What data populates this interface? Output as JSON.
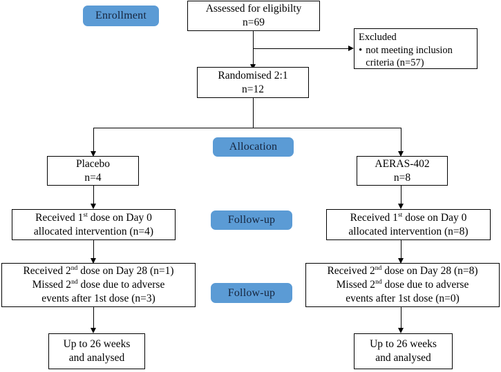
{
  "diagram": {
    "title": "CONSORT participant flow diagram",
    "accent_color": "#5B9BD5",
    "box_border_color": "#000000",
    "background_color": "#FFFFFF"
  },
  "stage_labels": {
    "enrollment": "Enrollment",
    "allocation": "Allocation",
    "followup_1": "Follow-up",
    "followup_2": "Follow-up"
  },
  "nodes": {
    "assessed": {
      "line1": "Assessed for eligibilty",
      "line2": "n=69"
    },
    "excluded": {
      "title": "Excluded",
      "bullet_glyph": "•",
      "bullet_line1": "not meeting inclusion",
      "bullet_line2": "criteria (n=57)"
    },
    "randomised": {
      "line1": "Randomised 2:1",
      "line2": "n=12"
    },
    "placebo": {
      "line1": "Placebo",
      "line2": "n=4"
    },
    "aeras": {
      "line1": "AERAS-402",
      "line2": "n=8"
    },
    "placebo_dose1": {
      "line1_a": "Received 1",
      "line1_sup": "st",
      "line1_b": " dose on Day 0",
      "line2": "allocated intervention (n=4)"
    },
    "aeras_dose1": {
      "line1_a": "Received 1",
      "line1_sup": "st",
      "line1_b": " dose on Day 0",
      "line2": "allocated intervention (n=8)"
    },
    "placebo_dose2": {
      "line1_a": "Received 2",
      "line1_sup": "nd",
      "line1_b": " dose on Day 28 (n=1)",
      "line2_a": "Missed 2",
      "line2_sup": "nd",
      "line2_b": " dose due to adverse",
      "line3": "events after 1st dose (n=3)"
    },
    "aeras_dose2": {
      "line1_a": "Received 2",
      "line1_sup": "nd",
      "line1_b": " dose on Day 28 (n=8)",
      "line2_a": "Missed 2",
      "line2_sup": "nd",
      "line2_b": " dose due to adverse",
      "line3": "events after 1st dose (n=0)"
    },
    "placebo_analysis": {
      "line1": "Up to 26 weeks",
      "line2": "and analysed"
    },
    "aeras_analysis": {
      "line1": "Up to 26 weeks",
      "line2": "and analysed"
    }
  }
}
